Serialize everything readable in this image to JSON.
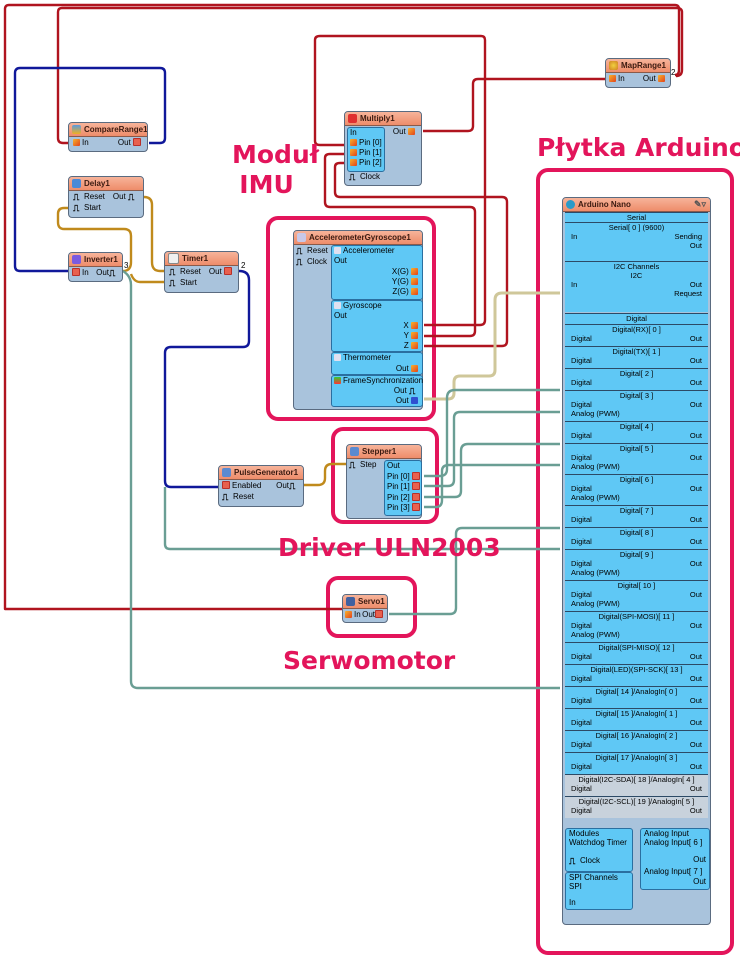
{
  "annotations": {
    "imu_label_line1": "Moduł",
    "imu_label_line2": "IMU",
    "arduino_label": "Płytka Arduino",
    "driver_label": "Driver ULN2003",
    "servo_label": "Serwomotor"
  },
  "components": {
    "compare_range": {
      "title": "CompareRange1",
      "in": "In",
      "out": "Out"
    },
    "delay": {
      "title": "Delay1",
      "reset": "Reset",
      "start": "Start",
      "out": "Out"
    },
    "inverter": {
      "title": "Inverter1",
      "in": "In",
      "out": "Out",
      "wire_count": "3"
    },
    "timer": {
      "title": "Timer1",
      "reset": "Reset",
      "start": "Start",
      "out": "Out",
      "wire_count": "2"
    },
    "map_range": {
      "title": "MapRange1",
      "in": "In",
      "out": "Out",
      "wire_count": "2"
    },
    "multiply": {
      "title": "Multiply1",
      "in_group": "In",
      "pins": [
        "Pin [0]",
        "Pin [1]",
        "Pin [2]"
      ],
      "clock": "Clock",
      "out": "Out"
    },
    "accel_gyro": {
      "title": "AccelerometerGyroscope1",
      "reset": "Reset",
      "clock": "Clock",
      "accelerometer": {
        "title": "Accelerometer",
        "out": "Out",
        "outputs": [
          "X(G)",
          "Y(G)",
          "Z(G)"
        ]
      },
      "gyroscope": {
        "title": "Gyroscope",
        "out": "Out",
        "outputs": [
          "X",
          "Y",
          "Z"
        ]
      },
      "thermometer": {
        "title": "Thermometer",
        "out": "Out"
      },
      "frame_sync": {
        "title": "FrameSynchronization",
        "outputs": [
          "Out",
          "Out"
        ]
      }
    },
    "pulse_generator": {
      "title": "PulseGenerator1",
      "enabled": "Enabled",
      "reset": "Reset",
      "out": "Out"
    },
    "stepper": {
      "title": "Stepper1",
      "step": "Step",
      "out_group": "Out",
      "pins": [
        "Pin [0]",
        "Pin [1]",
        "Pin [2]",
        "Pin [3]"
      ]
    },
    "servo": {
      "title": "Servo1",
      "in": "In",
      "out": "Out"
    }
  },
  "arduino": {
    "title": "Arduino Nano",
    "serial": {
      "group": "Serial",
      "channel": "Serial[ 0 ] (9600)",
      "in": "In",
      "sending": "Sending",
      "out": "Out"
    },
    "i2c": {
      "group": "I2C Channels",
      "channel": "I2C",
      "in": "In",
      "out": "Out",
      "request": "Request"
    },
    "digital_group": "Digital",
    "digital": [
      {
        "title": "Digital(RX)[ 0 ]",
        "rows": [
          "Digital"
        ],
        "out": "Out"
      },
      {
        "title": "Digital(TX)[ 1 ]",
        "rows": [
          "Digital"
        ],
        "out": "Out"
      },
      {
        "title": "Digital[ 2 ]",
        "rows": [
          "Digital"
        ],
        "out": "Out"
      },
      {
        "title": "Digital[ 3 ]",
        "rows": [
          "Digital",
          "Analog (PWM)"
        ],
        "out": "Out"
      },
      {
        "title": "Digital[ 4 ]",
        "rows": [
          "Digital"
        ],
        "out": "Out"
      },
      {
        "title": "Digital[ 5 ]",
        "rows": [
          "Digital",
          "Analog (PWM)"
        ],
        "out": "Out"
      },
      {
        "title": "Digital[ 6 ]",
        "rows": [
          "Digital",
          "Analog (PWM)"
        ],
        "out": "Out"
      },
      {
        "title": "Digital[ 7 ]",
        "rows": [
          "Digital"
        ],
        "out": "Out"
      },
      {
        "title": "Digital[ 8 ]",
        "rows": [
          "Digital"
        ],
        "out": "Out"
      },
      {
        "title": "Digital[ 9 ]",
        "rows": [
          "Digital",
          "Analog (PWM)"
        ],
        "out": "Out"
      },
      {
        "title": "Digital[ 10 ]",
        "rows": [
          "Digital",
          "Analog (PWM)"
        ],
        "out": "Out"
      },
      {
        "title": "Digital(SPI-MOSI)[ 11 ]",
        "rows": [
          "Digital",
          "Analog (PWM)"
        ],
        "out": "Out"
      },
      {
        "title": "Digital(SPI-MISO)[ 12 ]",
        "rows": [
          "Digital"
        ],
        "out": "Out"
      },
      {
        "title": "Digital(LED)(SPI-SCK)[ 13 ]",
        "rows": [
          "Digital"
        ],
        "out": "Out"
      },
      {
        "title": "Digital[ 14 ]/AnalogIn[ 0 ]",
        "rows": [
          "Digital"
        ],
        "out": "Out"
      },
      {
        "title": "Digital[ 15 ]/AnalogIn[ 1 ]",
        "rows": [
          "Digital"
        ],
        "out": "Out"
      },
      {
        "title": "Digital[ 16 ]/AnalogIn[ 2 ]",
        "rows": [
          "Digital"
        ],
        "out": "Out"
      },
      {
        "title": "Digital[ 17 ]/AnalogIn[ 3 ]",
        "rows": [
          "Digital"
        ],
        "out": "Out"
      },
      {
        "title": "Digital(I2C-SDA)[ 18 ]/AnalogIn[ 4 ]",
        "rows": [
          "Digital"
        ],
        "out": "Out",
        "disabled": true
      },
      {
        "title": "Digital(I2C-SCL)[ 19 ]/AnalogIn[ 5 ]",
        "rows": [
          "Digital"
        ],
        "out": "Out",
        "disabled": true
      }
    ],
    "modules": {
      "title": "Modules",
      "watchdog": "Watchdog Timer",
      "clock": "Clock"
    },
    "spi": {
      "group": "SPI Channels",
      "channel": "SPI",
      "in": "In"
    },
    "analog_input": {
      "group": "Analog Input",
      "channels": [
        {
          "title": "Analog Input[ 6 ]",
          "out": "Out"
        },
        {
          "title": "Analog Input[ 7 ]",
          "out": "Out"
        }
      ]
    }
  }
}
